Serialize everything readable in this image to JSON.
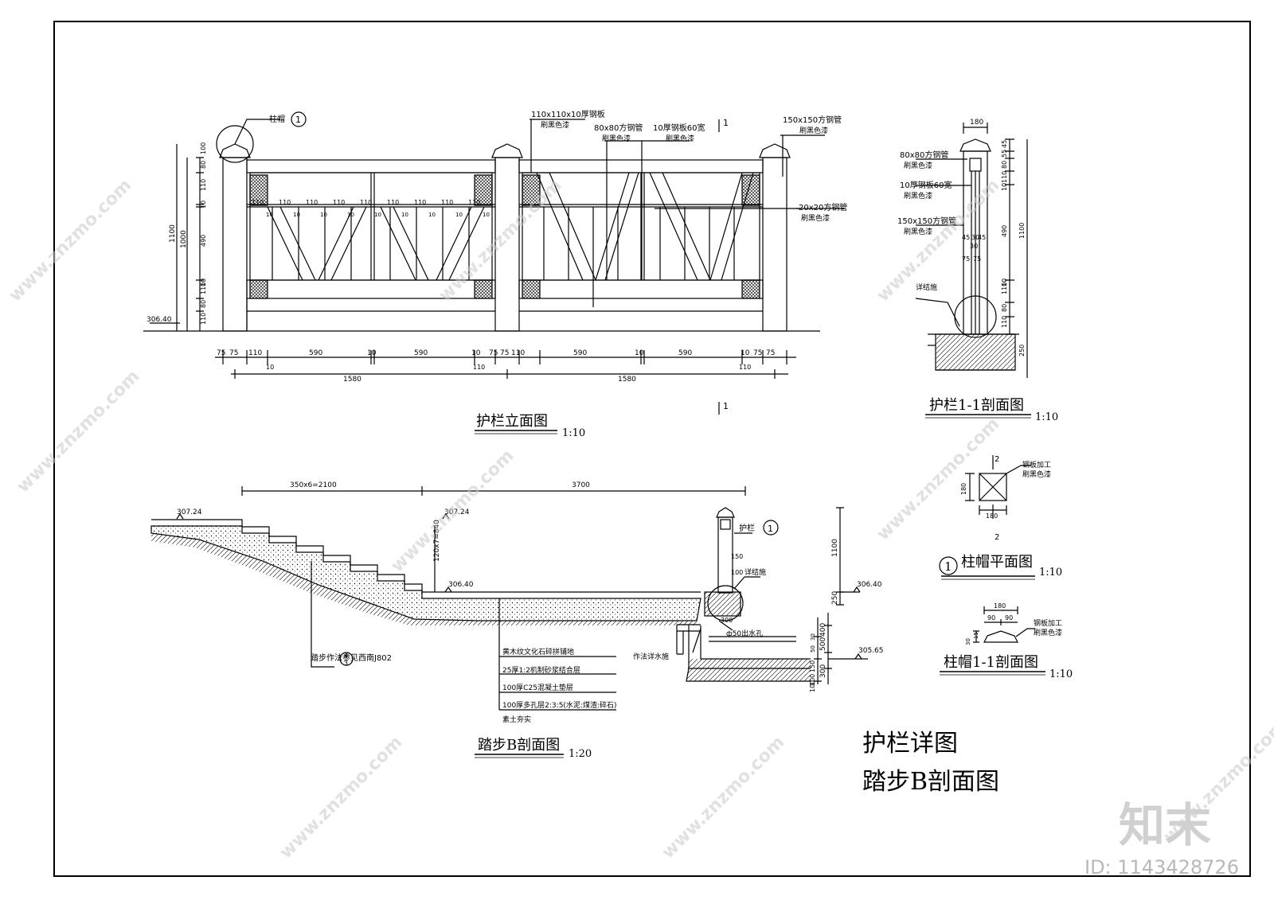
{
  "drawing": {
    "main_title_line1": "护栏详图",
    "main_title_line2": "踏步B剖面图"
  },
  "elevation": {
    "title": "护栏立面图",
    "scale": "1:10",
    "callouts": {
      "post_cap": "柱帽",
      "post_cap_ref": "1",
      "plate": "110x110x10厚钢板",
      "plate_paint": "刷黑色漆",
      "tube80": "80x80方钢管",
      "tube80_paint": "刷黑色漆",
      "plate60": "10厚钢板60宽",
      "plate60_paint": "刷黑色漆",
      "tube150": "150x150方钢管",
      "tube150_paint": "刷黑色漆",
      "tube20": "20x20方钢管",
      "tube20_paint": "刷黑色漆",
      "section_mark": "1"
    },
    "elevation_mark": "306.40",
    "vdims_left": [
      "100",
      "80",
      "110",
      "10",
      "490",
      "10",
      "110",
      "80",
      "110"
    ],
    "vdims_total": [
      "1100",
      "1000"
    ],
    "baluster_spacing": "110",
    "baluster_gap": "10",
    "hdims_row1": [
      "75",
      "75",
      "110",
      "590",
      "10",
      "590",
      "10",
      "75",
      "75",
      "110",
      "590",
      "10",
      "590",
      "10",
      "75",
      "75"
    ],
    "hdims_row2": [
      "10",
      "110",
      "110"
    ],
    "hdims_total": [
      "1580",
      "1580"
    ]
  },
  "section11": {
    "title": "护栏1-1剖面图",
    "scale": "1:10",
    "top_dim": "180",
    "labels": [
      "80x80方钢管",
      "刷黑色漆",
      "10厚钢板60宽",
      "刷黑色漆",
      "150x150方钢管",
      "刷黑色漆",
      "详结施"
    ],
    "inner_dims": [
      "45",
      "30",
      "45",
      "30",
      "75",
      "75"
    ],
    "right_dims": [
      "45",
      "55",
      "80",
      "110",
      "10",
      "490",
      "10",
      "110",
      "80",
      "110",
      "1100",
      "250"
    ]
  },
  "cap_plan": {
    "title": "柱帽平面图",
    "ref": "1",
    "scale": "1:10",
    "dims": [
      "180",
      "180"
    ],
    "section_marks": [
      "2",
      "2"
    ],
    "label1": "钢板加工",
    "label2": "刷黑色漆"
  },
  "cap_section": {
    "title": "柱帽1-1剖面图",
    "scale": "1:10",
    "dims": [
      "180",
      "90",
      "90",
      "30",
      "15"
    ],
    "label1": "钢板加工",
    "label2": "刷黑色漆"
  },
  "step_section": {
    "title": "踏步B剖面图",
    "scale": "1:20",
    "top_dims": [
      "350x6=2100",
      "3700"
    ],
    "rise_dim": "120x7=840",
    "elevations": [
      "307.24",
      "307.24",
      "306.40",
      "306.40",
      "305.65"
    ],
    "railing_ref": "护栏",
    "railing_ref_num": "1",
    "detail_ref": "详结施",
    "pipe_note": "ф50出水孔",
    "drain_note": "作法详水施",
    "step_note": "踏步作法参见西南J802",
    "step_ref_top": "4",
    "step_ref_bottom": "3",
    "layers": [
      "黄木纹文化石碎拼铺地",
      "25厚1:2机制砂浆结合层",
      "100厚C25混凝土垫层",
      "100厚多孔层2:3:5(水泥:煤渣:碎石)",
      "素土夯实"
    ],
    "right_dims": [
      "1100",
      "250",
      "400",
      "500",
      "30",
      "50",
      "150",
      "100",
      "300",
      "100"
    ],
    "post_dims": [
      "150",
      "100",
      "300"
    ]
  },
  "watermark": {
    "brand": "知末",
    "site": "www.znzmo.com",
    "id": "ID: 1143428726"
  }
}
